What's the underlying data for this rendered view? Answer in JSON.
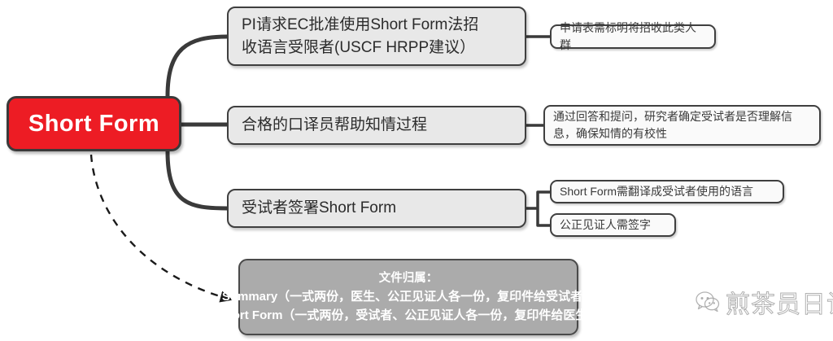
{
  "root": {
    "label": "Short Form",
    "color": "#ED1C24",
    "text_color": "#ffffff"
  },
  "branches": [
    {
      "id": "branch-1",
      "lines": [
        "PI请求EC批准使用Short Form法招",
        "收语言受限者(USCF HRPP建议）"
      ],
      "fill": "#E8E8E8"
    },
    {
      "id": "branch-2",
      "lines": [
        "合格的口译员帮助知情过程"
      ],
      "fill": "#E8E8E8"
    },
    {
      "id": "branch-3",
      "lines": [
        "受试者签署Short Form"
      ],
      "fill": "#E8E8E8"
    }
  ],
  "leaves": [
    {
      "id": "leaf-1",
      "lines": [
        "申请表需标明将招收此类人群"
      ],
      "parent": "branch-1"
    },
    {
      "id": "leaf-2",
      "lines": [
        "通过回答和提问，研究者确定受试者是否理解信",
        "息，确保知情的有校性"
      ],
      "parent": "branch-2"
    },
    {
      "id": "leaf-3",
      "lines": [
        "Short Form需翻译成受试者使用的语言"
      ],
      "parent": "branch-3"
    },
    {
      "id": "leaf-4",
      "lines": [
        "公正见证人需签字"
      ],
      "parent": "branch-3"
    }
  ],
  "summary": {
    "fill": "#ABABAB",
    "text_color": "#ffffff",
    "line1": "文件归属：",
    "line2": "Summary（一式两份，医生、公正见证人各一份，复印件给受试者）",
    "line3": "Short Form（一式两份，受试者、公正见证人各一份，复印件给医生）"
  },
  "watermark": {
    "icon": "wechat-icon",
    "text": "煎茶员日记"
  },
  "connectors": {
    "root_to_branch_1": "curved-solid",
    "root_to_branch_2": "straight-solid",
    "root_to_branch_3": "curved-solid",
    "root_to_summary": "curved-dashed-arrow",
    "branch_3_to_leaves": "bracket-solid"
  }
}
